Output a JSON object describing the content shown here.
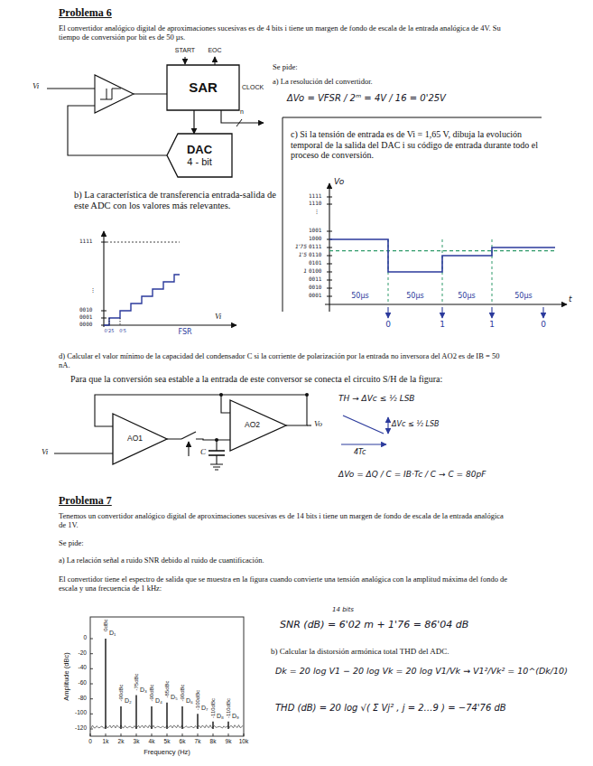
{
  "diagram": {
    "nodes": [
      {
        "text": [
          "SAR"
        ]
      },
      {
        "text": [
          "DAC",
          "4 - bit"
        ]
      },
      {
        "text": [
          "AO1"
        ]
      },
      {
        "text": [
          "AO2"
        ]
      }
    ],
    "edges": [
      {
        "from": 0,
        "to": 1,
        "arrow": "to"
      },
      {
        "from": 2,
        "to": 3,
        "arrow": "none"
      }
    ],
    "labels": [
      "Problema 6",
      "El convertidor analógico digital de aproximaciones sucesivas es de 4 bits i tiene un margen de fondo de escala de la entrada analógica de 4V. Su tiempo de conversión por bit es de 50 µs.",
      "START",
      "EOC",
      "Vi",
      "CLOCK",
      "n",
      "Se pide:",
      "a) La resolución del convertidor.",
      "ΔVo = VFSR / 2ᵐ = 4V / 16 = 0'25V",
      "c) Si la tensión de entrada es de Vi = 1,65 V, dibuja la evolución temporal de la salida del DAC i su código de entrada durante todo el proceso de conversión.",
      "b) La característica de transferencia entrada-salida de este ADC con los valores más relevantes.",
      "Vo",
      "1111",
      "1110",
      "⋮",
      "1001",
      "1000",
      "0111",
      "0110",
      "0101",
      "0100",
      "0011",
      "0010",
      "0001",
      "1'75",
      "1'5",
      "1",
      "t",
      "50µs",
      "50µs",
      "50µs",
      "50µs",
      "0",
      "1",
      "1",
      "0",
      "1111",
      "⋮",
      "0010",
      "0001",
      "0000",
      "0'25",
      "0'5",
      "FSR",
      "Vi",
      "d) Calcular el valor mínimo de la capacidad del condensador C si la corriente de polarización por la entrada no inversora del AO2 es de IB = 50 nA.",
      "Para que la conversión sea estable a la entrada de este conversor se conecta el circuito S/H de la figura:",
      "Vi",
      "C",
      "Vo",
      "TH → ΔVc ≤ ½ LSB",
      "ΔVc ≤ ½ LSB",
      "4Tc",
      "ΔVo = ΔQ / C = IB·Tc / C → C = 80pF",
      "Problema 7",
      "Tenemos un convertidor analógico digital de aproximaciones sucesivas es de 14 bits i tiene un margen de fondo de escala de la entrada analógica de 1V.",
      "Se pide:",
      "a) La relación señal a ruido SNR debido al ruido de cuantificación.",
      "El convertidor tiene el espectro de salida que se muestra en la figura cuando convierte una tensión analógica con la amplitud máxima del fondo de escala y una frecuencia de 1 kHz:",
      "SNR (dB) = 6'02 m + 1'76 = 86'04 dB",
      "14 bits",
      "b) Calcular la distorsión armónica total THD del ADC.",
      "Dk = 20 log V1 − 20 log Vk = 20 log V1/Vk → V1²/Vk² = 10^(Dk/10)",
      "THD (dB) = 20 log √( Σ Vj² , j = 2…9 ) = −74'76 dB",
      "0",
      "-20",
      "-40",
      "-60",
      "-80",
      "-100",
      "-120",
      "Amplitude (dBc)",
      "0",
      "1k",
      "2k",
      "3k",
      "4k",
      "5k",
      "6k",
      "7k",
      "8k",
      "9k",
      "10k",
      "Frequency (Hz)",
      "0dBc",
      "D₁",
      "-90dBc",
      "D₂",
      "-75dBc",
      "D₃",
      "-90dBc",
      "D₄",
      "-85dBc",
      "D₅",
      "-90dBc",
      "D₆",
      "-100dBc",
      "D₇",
      "-110dBc",
      "D₈",
      "-110dBc",
      "D₉",
      "−",
      "+",
      "−",
      "+"
    ]
  }
}
